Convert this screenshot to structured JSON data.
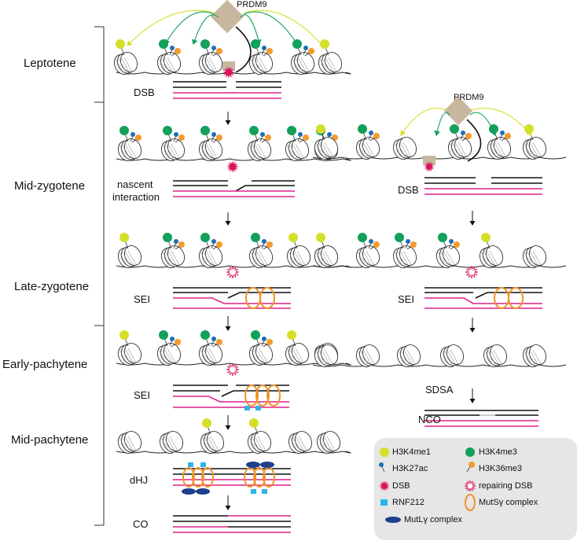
{
  "labels": {
    "prdm9_left": "PRDM9",
    "prdm9_right": "PRDM9",
    "stages": {
      "leptotene": "Leptotene",
      "mid_zygotene": "Mid-zygotene",
      "late_zygotene": "Late-zygotene",
      "early_pachytene": "Early-pachytene",
      "mid_pachytene": "Mid-pachytene"
    },
    "steps_left": {
      "dsb": "DSB",
      "nascent1": "nascent",
      "nascent2": "interaction",
      "sei1": "SEI",
      "sei2": "SEI",
      "dhj": "dHJ",
      "co": "CO"
    },
    "steps_right": {
      "dsb": "DSB",
      "sei": "SEI",
      "sdsa": "SDSA",
      "nco": "NCO"
    }
  },
  "legend": {
    "h3k4me1": "H3K4me1",
    "h3k4me3": "H3K4me3",
    "h3k27ac": "H3K27ac",
    "h3k36me3": "H3K36me3",
    "dsb": "DSB",
    "repairing_dsb": "repairing DSB",
    "rnf212": "RNF212",
    "mutsg": "MutSγ complex",
    "mutlg": "MutLγ complex"
  },
  "colors": {
    "h3k4me1": "#d4df2a",
    "h3k4me3": "#12a05a",
    "h3k27ac": "#1b6fb5",
    "h3k36me3": "#f39a2c",
    "dsb": "#d8145c",
    "rnf212": "#2fb2e8",
    "mutsg": "#f0922a",
    "mutlg": "#1d3f8c",
    "prdm9": "#c8b79f",
    "homolog": "#e0208c",
    "arrow_yellow": "#d4df2a",
    "arrow_green": "#12a05a"
  }
}
